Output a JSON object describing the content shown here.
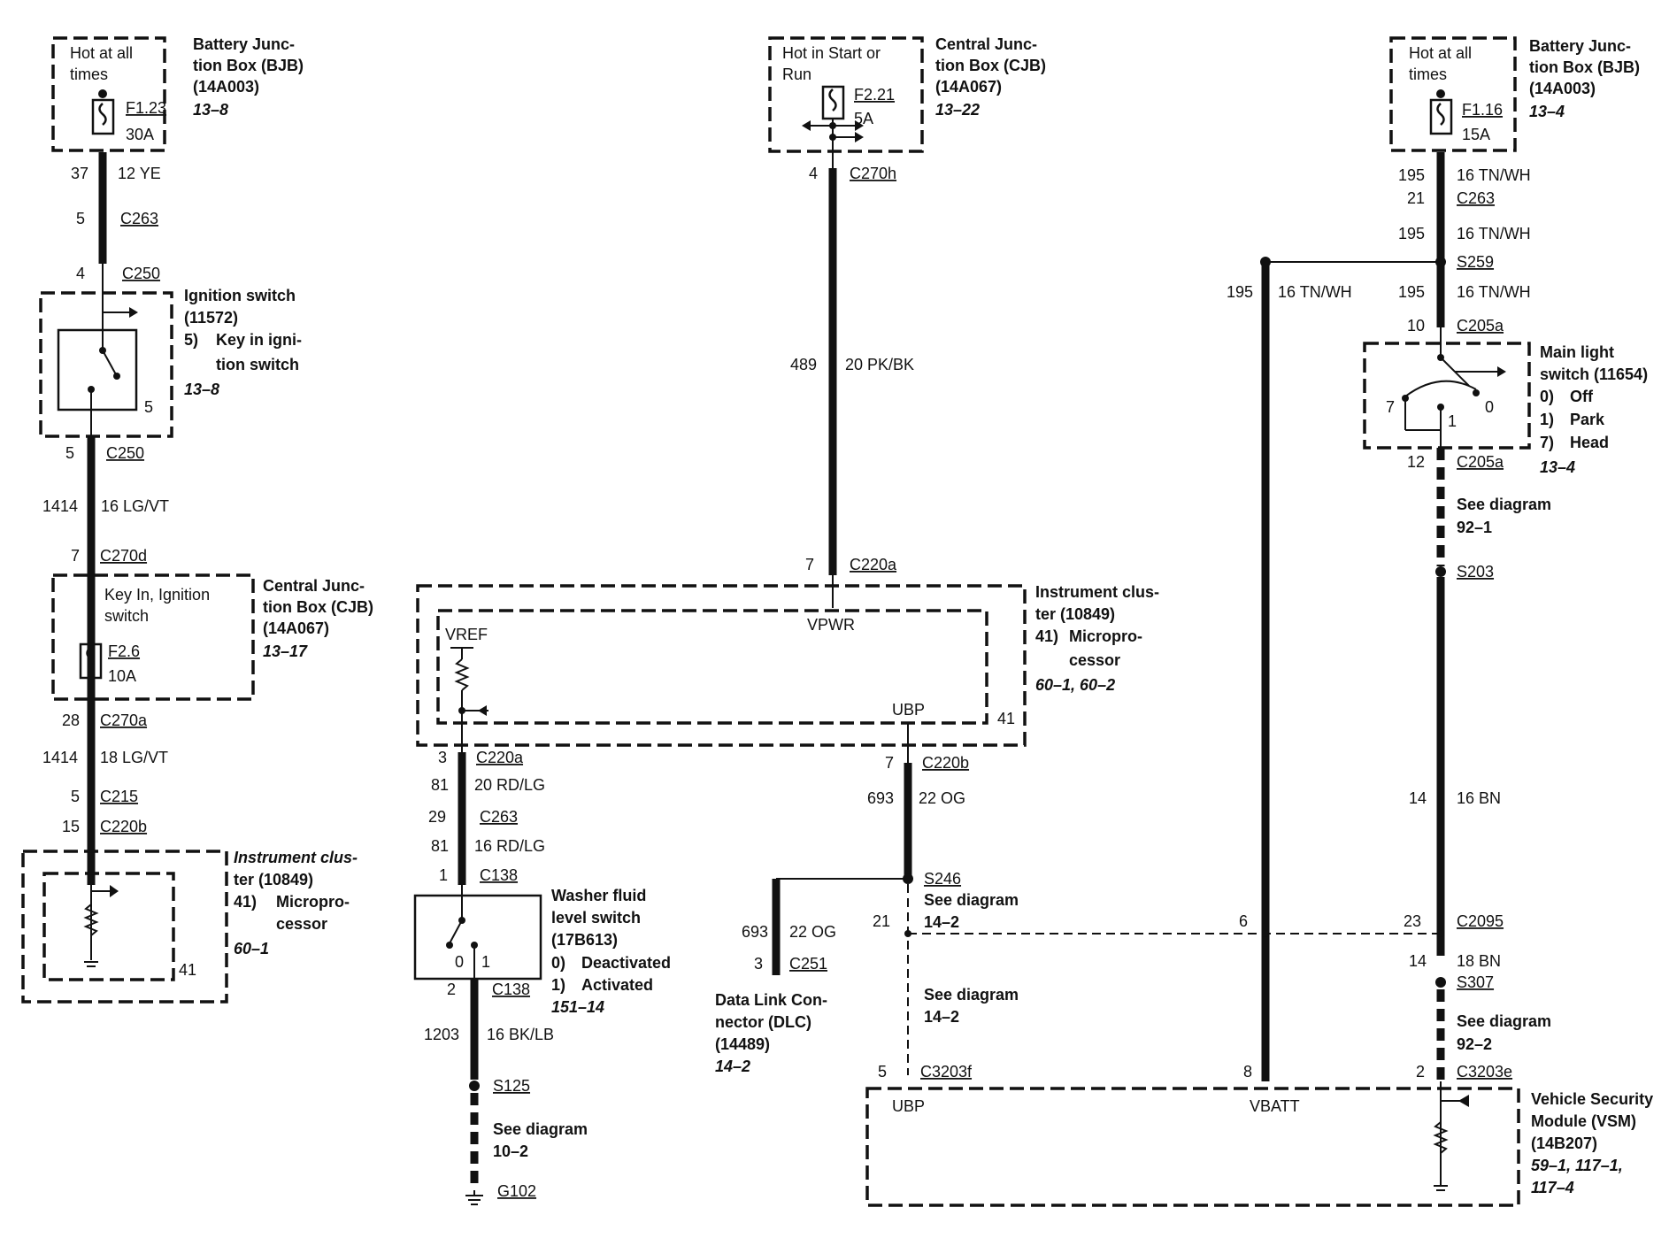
{
  "col1": {
    "bjb": {
      "hot": [
        "Hot at all",
        "times"
      ],
      "fuse": "F1.23",
      "amp": "30A",
      "name": [
        "Battery Junc-",
        "tion Box (BJB)",
        "(14A003)"
      ],
      "ref": "13–8"
    },
    "w37": {
      "circuit": "37",
      "wire": "12 YE"
    },
    "c263": {
      "pin": "5",
      "name": "C263"
    },
    "c250a": {
      "pin": "4",
      "name": "C250"
    },
    "ign": {
      "name": [
        "Ignition switch",
        "(11572)",
        "5)",
        "Key in igni-",
        "tion switch"
      ],
      "ref": "13–8",
      "pos": "5"
    },
    "c250b": {
      "pin": "5",
      "name": "C250"
    },
    "w1414a": {
      "circuit": "1414",
      "wire": "16 LG/VT"
    },
    "c270d": {
      "pin": "7",
      "name": "C270d"
    },
    "cjb": {
      "hot": [
        "Key In, Ignition",
        "switch"
      ],
      "fuse": "F2.6",
      "amp": "10A",
      "name": [
        "Central Junc-",
        "tion Box (CJB)",
        "(14A067)"
      ],
      "ref": "13–17"
    },
    "c270a": {
      "pin": "28",
      "name": "C270a"
    },
    "w1414b": {
      "circuit": "1414",
      "wire": "18 LG/VT"
    },
    "c215": {
      "pin": "5",
      "name": "C215"
    },
    "c220b": {
      "pin": "15",
      "name": "C220b"
    },
    "ic": {
      "name": [
        "Instrument clus-",
        "ter (10849)",
        "41)",
        "Micropro-",
        "cessor"
      ],
      "ref": "60–1",
      "pos": "41"
    }
  },
  "col2": {
    "cjb": {
      "hot": [
        "Hot in Start or",
        "Run"
      ],
      "fuse": "F2.21",
      "amp": "5A",
      "name": [
        "Central Junc-",
        "tion Box (CJB)",
        "(14A067)"
      ],
      "ref": "13–22"
    },
    "c270h": {
      "pin": "4",
      "name": "C270h"
    },
    "w489": {
      "circuit": "489",
      "wire": "20 PK/BK"
    },
    "c220a_top": {
      "pin": "7",
      "name": "C220a"
    },
    "ic": {
      "name": [
        "Instrument clus-",
        "ter (10849)",
        "41)",
        "Micropro-",
        "cessor"
      ],
      "ref": "60–1, 60–2",
      "vpwr": "VPWR",
      "vref": "VREF",
      "ubp": "UBP",
      "pos": "41"
    },
    "c220a": {
      "pin": "3",
      "name": "C220a"
    },
    "w81a": {
      "circuit": "81",
      "wire": "20 RD/LG"
    },
    "c263": {
      "pin": "29",
      "name": "C263"
    },
    "w81b": {
      "circuit": "81",
      "wire": "16 RD/LG"
    },
    "c138a": {
      "pin": "1",
      "name": "C138"
    },
    "washer": {
      "name": [
        "Washer fluid",
        "level switch",
        "(17B613)",
        "0)",
        "Deactivated",
        "1)",
        "Activated"
      ],
      "ref": "151–14",
      "p0": "0",
      "p1": "1"
    },
    "c138b": {
      "pin": "2",
      "name": "C138"
    },
    "w1203": {
      "circuit": "1203",
      "wire": "16 BK/LB"
    },
    "s125": "S125",
    "see102": [
      "See diagram",
      "10–2"
    ],
    "g102": "G102"
  },
  "col3": {
    "c220b": {
      "pin": "7",
      "name": "C220b"
    },
    "w693": {
      "circuit": "693",
      "wire": "22 OG"
    },
    "s246": "S246",
    "see142a": [
      "See diagram",
      "14–2"
    ],
    "pin21": "21",
    "dlc_wire": {
      "circuit": "693",
      "wire": "22 OG"
    },
    "c251": {
      "pin": "3",
      "name": "C251"
    },
    "dlc": {
      "name": [
        "Data Link Con-",
        "nector (DLC)",
        "(14489)"
      ],
      "ref": "14–2"
    },
    "see142b": [
      "See diagram",
      "14–2"
    ],
    "c3203f": {
      "pin": "5",
      "name": "C3203f"
    }
  },
  "col4": {
    "bjb": {
      "hot": [
        "Hot at all",
        "times"
      ],
      "fuse": "F1.16",
      "amp": "15A",
      "name": [
        "Battery Junc-",
        "tion Box (BJB)",
        "(14A003)"
      ],
      "ref": "13–4"
    },
    "w195a": {
      "circuit": "195",
      "wire": "16 TN/WH"
    },
    "c263": {
      "pin": "21",
      "name": "C263"
    },
    "w195b": {
      "circuit": "195",
      "wire": "16 TN/WH"
    },
    "s259": "S259",
    "w195c": {
      "circuit": "195",
      "wire": "16 TN/WH"
    },
    "w195d": {
      "circuit": "195",
      "wire": "16 TN/WH"
    },
    "c205a_top": {
      "pin": "10",
      "name": "C205a"
    },
    "mls": {
      "name": [
        "Main light",
        "switch (11654)",
        "0)",
        "Off",
        "1)",
        "Park",
        "7)",
        "Head"
      ],
      "ref": "13–4",
      "p7": "7",
      "p1": "1",
      "p0": "0"
    },
    "c205a_bot": {
      "pin": "12",
      "name": "C205a"
    },
    "see921": [
      "See diagram",
      "92–1"
    ],
    "s203": "S203",
    "w14": {
      "circuit": "14",
      "wire": "16 BN"
    },
    "pin6": "6",
    "c2095": {
      "pin": "23",
      "name": "C2095"
    },
    "w14b": {
      "circuit": "14",
      "wire": "18 BN"
    },
    "s307": "S307",
    "see922": [
      "See diagram",
      "92–2"
    ],
    "pin8": "8",
    "c3203e": {
      "pin": "2",
      "name": "C3203e"
    },
    "vsm": {
      "name": [
        "Vehicle Security",
        "Module (VSM)",
        "(14B207)"
      ],
      "ref": [
        "59–1, 117–1,",
        "117–4"
      ],
      "ubp": "UBP",
      "vbatt": "VBATT"
    }
  }
}
